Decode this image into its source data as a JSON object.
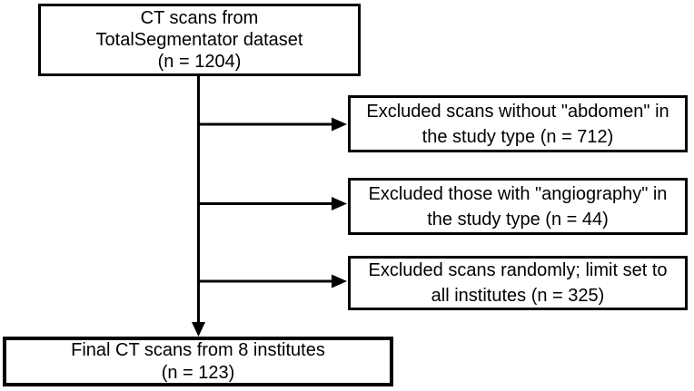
{
  "colors": {
    "background": "#ffffff",
    "stroke": "#000000",
    "text": "#000000"
  },
  "nodes": {
    "source": {
      "lines": [
        "CT scans from",
        "TotalSegmentator dataset",
        "(n = 1204)"
      ],
      "n": 1204
    },
    "excluded_abdomen": {
      "lines": [
        "Excluded scans without \"abdomen\" in",
        "the study type (n = 712)"
      ],
      "n": 712
    },
    "excluded_angiography": {
      "lines": [
        "Excluded those with \"angiography\" in",
        "the study type (n = 44)"
      ],
      "n": 44
    },
    "excluded_random": {
      "lines": [
        "Excluded scans randomly; limit set to",
        "all institutes (n = 325)"
      ],
      "n": 325
    },
    "final": {
      "lines": [
        "Final CT scans from 8 institutes",
        "(n = 123)"
      ],
      "n": 123
    }
  }
}
